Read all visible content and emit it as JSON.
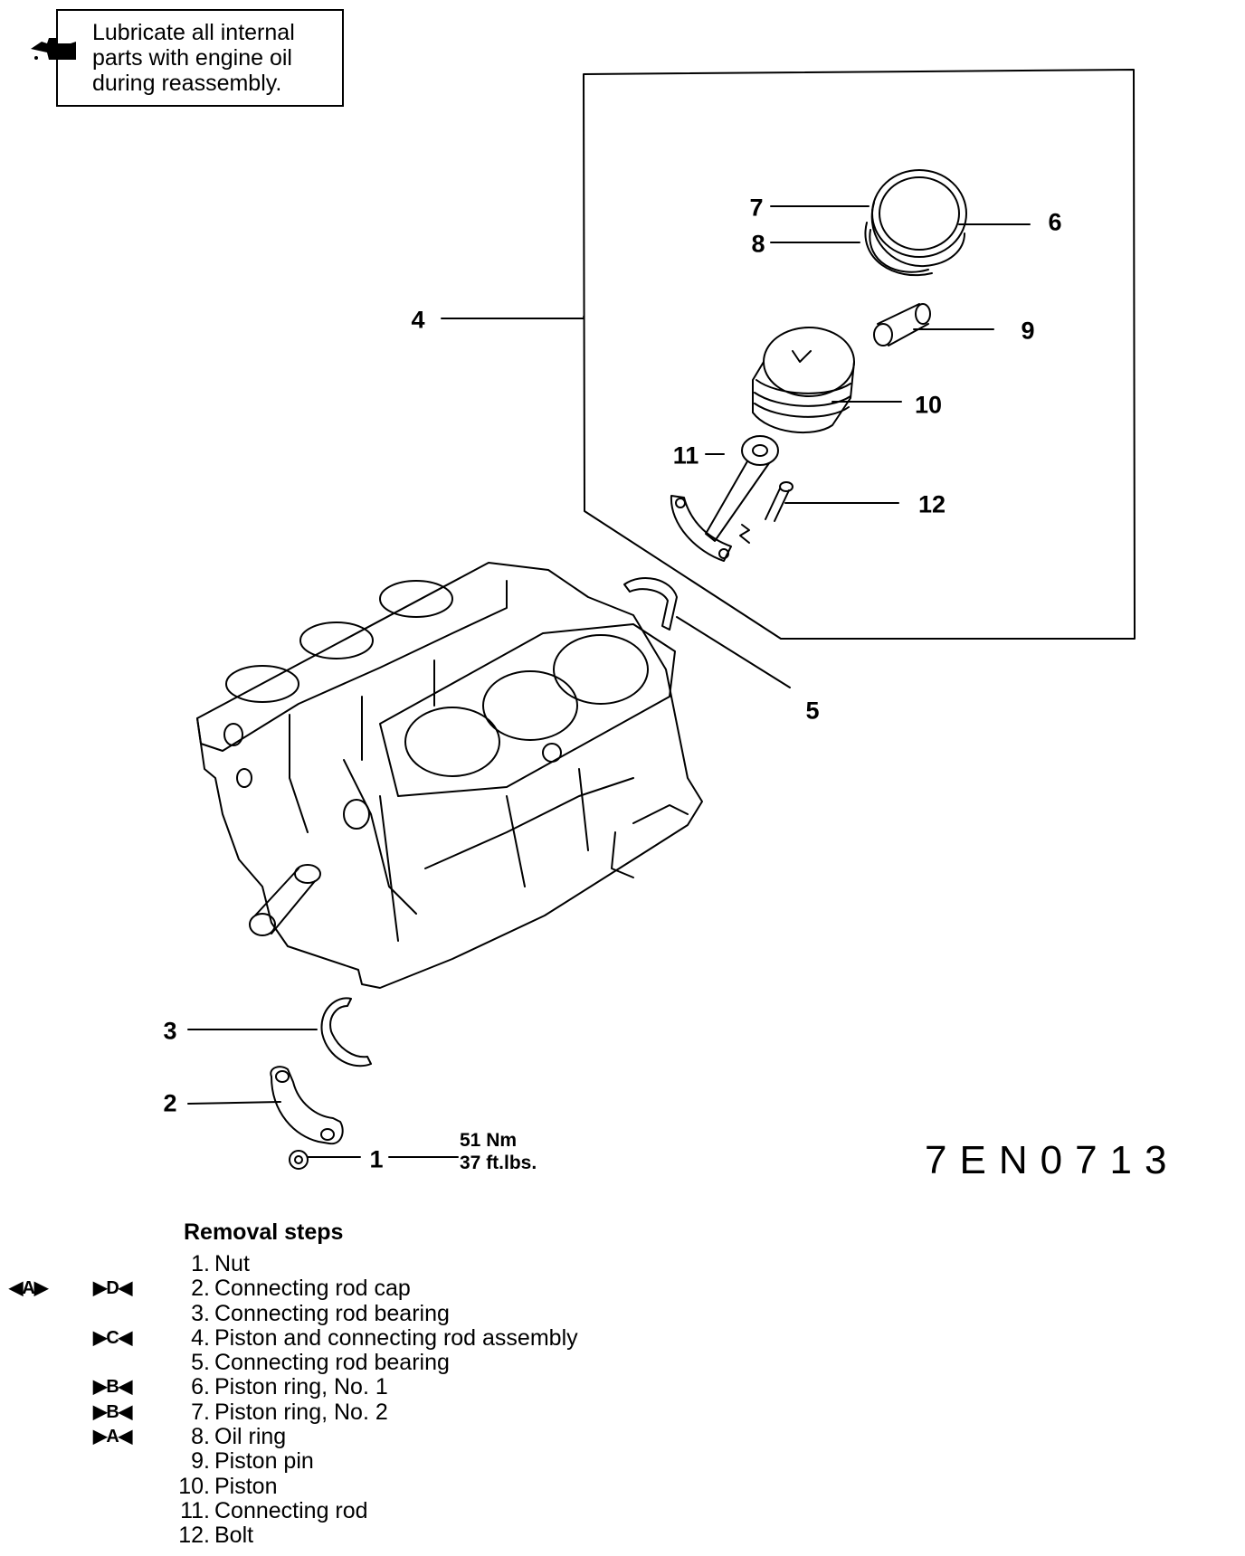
{
  "note": {
    "text_lines": [
      "Lubricate all internal",
      "parts with engine oil",
      "during reassembly."
    ],
    "icon": "oil-can-icon"
  },
  "callouts": [
    {
      "num": "1"
    },
    {
      "num": "2"
    },
    {
      "num": "3"
    },
    {
      "num": "4"
    },
    {
      "num": "5"
    },
    {
      "num": "6"
    },
    {
      "num": "7"
    },
    {
      "num": "8"
    },
    {
      "num": "9"
    },
    {
      "num": "10"
    },
    {
      "num": "11"
    },
    {
      "num": "12"
    }
  ],
  "torque": {
    "metric": "51 Nm",
    "imperial": "37 ft.lbs."
  },
  "figure_code": "7EN0713",
  "removal": {
    "title": "Removal steps",
    "steps": [
      {
        "num": "1.",
        "label": "Nut",
        "mark_a": "",
        "mark_b": ""
      },
      {
        "num": "2.",
        "label": "Connecting rod cap",
        "mark_a": "◀A▶",
        "mark_b": "▶D◀"
      },
      {
        "num": "3.",
        "label": "Connecting rod bearing",
        "mark_a": "",
        "mark_b": ""
      },
      {
        "num": "4.",
        "label": "Piston and connecting rod assembly",
        "mark_a": "",
        "mark_b": "▶C◀"
      },
      {
        "num": "5.",
        "label": "Connecting rod bearing",
        "mark_a": "",
        "mark_b": ""
      },
      {
        "num": "6.",
        "label": "Piston ring, No. 1",
        "mark_a": "",
        "mark_b": "▶B◀"
      },
      {
        "num": "7.",
        "label": "Piston ring, No. 2",
        "mark_a": "",
        "mark_b": "▶B◀"
      },
      {
        "num": "8.",
        "label": "Oil ring",
        "mark_a": "",
        "mark_b": "▶A◀"
      },
      {
        "num": "9.",
        "label": "Piston pin",
        "mark_a": "",
        "mark_b": ""
      },
      {
        "num": "10.",
        "label": "Piston",
        "mark_a": "",
        "mark_b": ""
      },
      {
        "num": "11.",
        "label": "Connecting rod",
        "mark_a": "",
        "mark_b": ""
      },
      {
        "num": "12.",
        "label": "Bolt",
        "mark_a": "",
        "mark_b": ""
      }
    ]
  }
}
